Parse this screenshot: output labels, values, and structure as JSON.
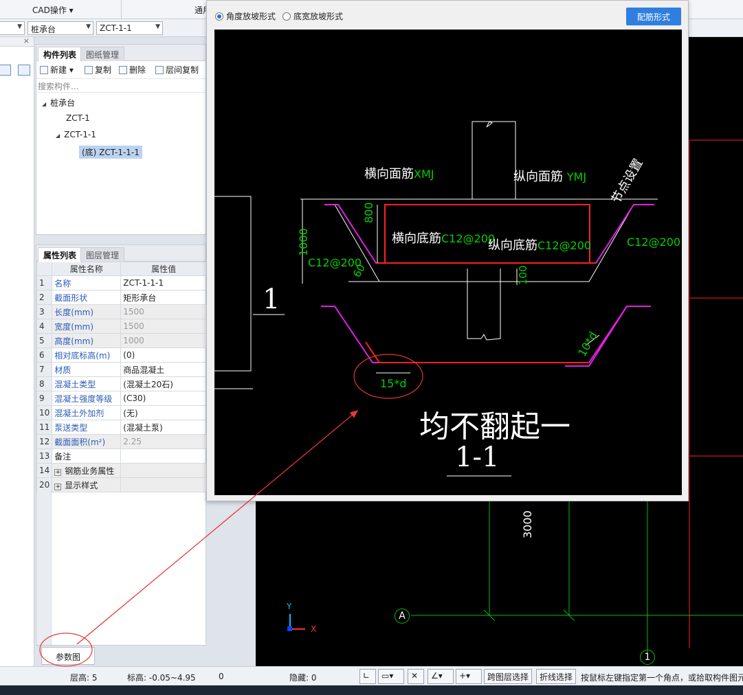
{
  "ribbon": {
    "menu_cad": "CAD操作 ▾",
    "menu_general": "通用"
  },
  "dropdowns": {
    "floor": "",
    "type": "桩承台",
    "code": "ZCT-1-1"
  },
  "component_panel": {
    "tabs": [
      "构件列表",
      "图纸管理"
    ],
    "toolbar": [
      "新建",
      "复制",
      "删除",
      "层间复制"
    ],
    "search_placeholder": "搜索构件...",
    "tree": {
      "root": "桩承台",
      "item1": "ZCT-1",
      "item2": "ZCT-1-1",
      "item3": "(底) ZCT-1-1-1"
    }
  },
  "prop_panel": {
    "tabs": [
      "属性列表",
      "图层管理"
    ],
    "headers": [
      "属性名称",
      "属性值"
    ],
    "rows": [
      {
        "n": "1",
        "name": "名称",
        "value": "ZCT-1-1-1"
      },
      {
        "n": "2",
        "name": "截面形状",
        "value": "矩形承台"
      },
      {
        "n": "3",
        "name": "长度(mm)",
        "value": "1500"
      },
      {
        "n": "4",
        "name": "宽度(mm)",
        "value": "1500"
      },
      {
        "n": "5",
        "name": "高度(mm)",
        "value": "1000"
      },
      {
        "n": "6",
        "name": "相对底标高(m)",
        "value": "(0)"
      },
      {
        "n": "7",
        "name": "材质",
        "value": "商品混凝土"
      },
      {
        "n": "8",
        "name": "混凝土类型",
        "value": "(混凝土20石)"
      },
      {
        "n": "9",
        "name": "混凝土强度等级",
        "value": "(C30)"
      },
      {
        "n": "10",
        "name": "混凝土外加剂",
        "value": "(无)"
      },
      {
        "n": "11",
        "name": "泵送类型",
        "value": "(混凝土泵)"
      },
      {
        "n": "12",
        "name": "截面面积(m²)",
        "value": "2.25"
      },
      {
        "n": "13",
        "name": "备注",
        "value": ""
      },
      {
        "n": "14",
        "name": "钢筋业务属性",
        "value": ""
      },
      {
        "n": "20",
        "name": "显示样式",
        "value": ""
      }
    ],
    "param_tab": "参数图"
  },
  "popup": {
    "radio_angle": "角度放坡形式",
    "radio_width": "底宽放坡形式",
    "config_button": "配筋形式",
    "drawing": {
      "lbl_xmj": "横向面筋",
      "lbl_xmj_code": "XMJ",
      "lbl_ymj": "纵向面筋",
      "lbl_ymj_code": "YMJ",
      "lbl_node": "节点设置",
      "lbl_800": "800",
      "lbl_1000": "1000",
      "lbl_hdj": "横向底筋",
      "lbl_hdj_code": "C12@200",
      "lbl_zdj": "纵向底筋",
      "lbl_zdj_code": "C12@200",
      "lbl_right_code": "C12@200",
      "lbl_left_code": "C12@200",
      "lbl_60": "60",
      "lbl_100": "100",
      "lbl_1": "1",
      "lbl_10d": "10*d",
      "lbl_15d": "15*d",
      "note": "均不翻起一",
      "section": "1-1"
    }
  },
  "cad": {
    "dim_3000": "3000",
    "axis_a": "A",
    "axis_1": "1",
    "y_label": "Y",
    "x_label": "X"
  },
  "status": {
    "floor_height": "层高:  5",
    "elevation": "标高:  -0.05~4.95",
    "zero": "0",
    "hidden": "隐藏:  0",
    "btn_cross": "跨图层选择",
    "btn_polyline": "折线选择",
    "hint": "按鼠标左键指定第一个角点，或拾取构件图元"
  },
  "colors": {
    "accent": "#2f7fe0",
    "rebar": "#ff2020",
    "magenta": "#e020e0",
    "dim_green": "#00d000",
    "annotation_red": "#e53935"
  }
}
